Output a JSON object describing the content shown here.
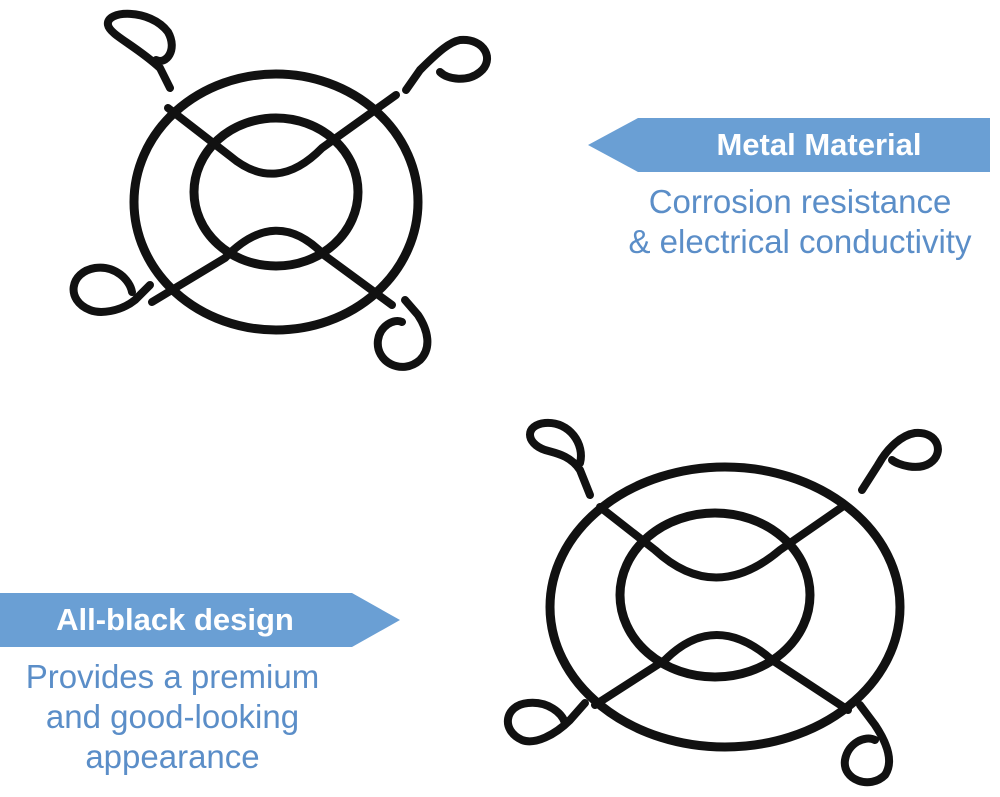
{
  "colors": {
    "accent": "#6a9fd4",
    "text_blue": "#5b8ec8",
    "wire": "#111111"
  },
  "top_callout": {
    "title": "Metal Material",
    "lines": [
      "Corrosion resistance",
      "& electrical conductivity"
    ]
  },
  "bottom_callout": {
    "title": "All-black design",
    "lines": [
      "Provides a premium",
      "and good-looking",
      "appearance"
    ]
  },
  "images": {
    "top": "fan-guard-product",
    "bottom": "fan-guard-product"
  }
}
